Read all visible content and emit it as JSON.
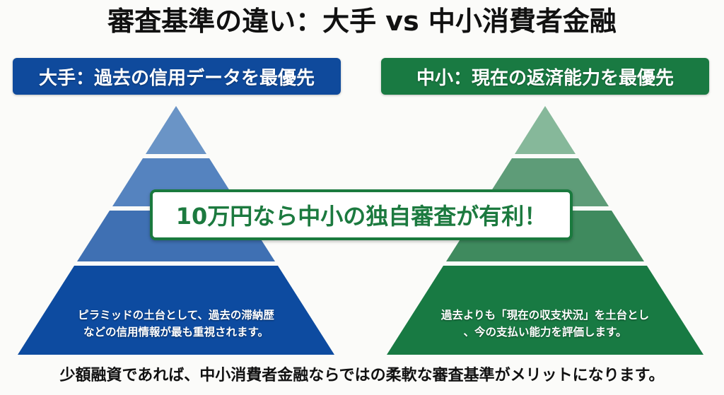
{
  "title": "審査基準の違い：大手 vs 中小消費者金融",
  "left": {
    "header": "大手：過去の信用データを最優先",
    "base_text_line1": "ピラミッドの土台として、過去の滞納歴",
    "base_text_line2": "などの信用情報が最も重視されます。",
    "colors": {
      "header": "#0f4a9c",
      "tiers": [
        "#6a94c6",
        "#5583bf",
        "#3f70b3",
        "#0d4ba0"
      ]
    }
  },
  "right": {
    "header": "中小：現在の返済能力を最優先",
    "base_text_line1": "過去よりも「現在の収支状況」を土台とし",
    "base_text_line2": "、今の支払い能力を評価します。",
    "colors": {
      "header": "#197a42",
      "tiers": [
        "#86b89a",
        "#5e9c78",
        "#3f8a5e",
        "#187a43"
      ]
    }
  },
  "callout": {
    "text": "10万円なら中小の独自審査が有利！",
    "border_color": "#1a7a3e",
    "text_color": "#1c7a3f"
  },
  "footer": "少額融資であれば、中小消費者金融ならではの柔軟な審査基準がメリットになります。"
}
